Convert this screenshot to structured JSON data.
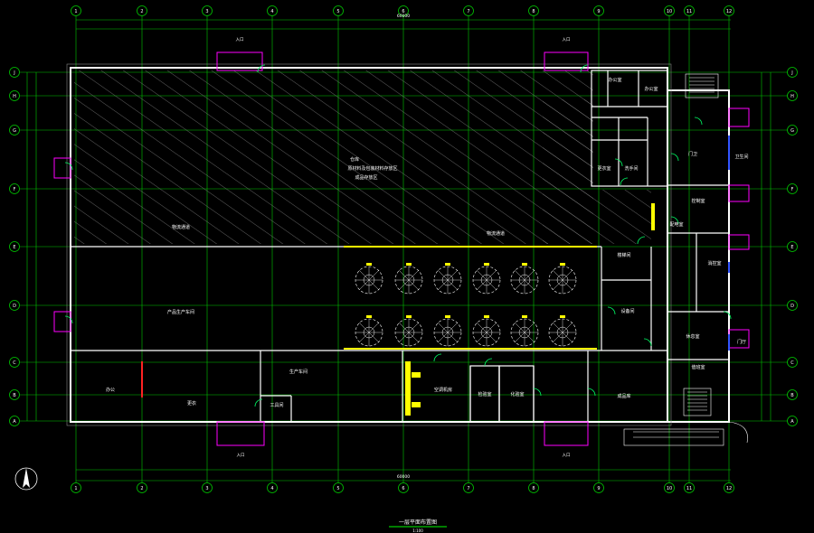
{
  "drawing": {
    "title": "一层平面布置图",
    "scale": "1:100",
    "colors": {
      "background": "#000000",
      "grid_line": "#00c800",
      "wall": "#ffffff",
      "wall_fill": "#aaaaaa",
      "door": "#00ff66",
      "magenta": "#ff00ff",
      "yellow": "#ffff00",
      "blue": "#3355ff",
      "red": "#ff2222",
      "hatch": "#9a9a9a"
    }
  },
  "axes": {
    "columns": [
      "1",
      "2",
      "3",
      "4",
      "5",
      "6",
      "7",
      "8",
      "9",
      "10",
      "11",
      "12"
    ],
    "rows": [
      "A",
      "B",
      "C",
      "D",
      "E",
      "F",
      "G",
      "H",
      "J"
    ]
  },
  "rooms": {
    "warehouse_label_1": "仓库",
    "warehouse_label_2": "原材料及包装材料存放区",
    "warehouse_label_3": "成品存放区",
    "corridor_left": "物流通道",
    "corridor_right": "物流通道",
    "production_area": "产品生产车间",
    "room_sw1": "办公",
    "room_sw2": "更衣",
    "room_mid_left": "生产车间",
    "room_small": "工具间",
    "room_mid": "空调机房",
    "room_lab1": "检验室",
    "room_lab2": "化验室",
    "room_se": "成品库",
    "room_east1": "楼梯间",
    "room_east2": "值班室",
    "room_east3": "配电室",
    "room_east4": "卫生间",
    "room_east5": "门厅",
    "room_ne1": "办公室",
    "room_ne2": "办公室",
    "room_ne3": "更衣室",
    "room_ne4": "洗手间",
    "room_right_small": "门卫",
    "room_right_mid": "控制室",
    "room_right_mid2": "消控室",
    "room_right_bottom": "休息室",
    "room_ctrl": "设备间"
  },
  "annotations": {
    "entrance_top_left": "入口",
    "entrance_top_right": "入口",
    "entrance_bottom_left": "入口",
    "entrance_bottom_right": "入口",
    "dim_center_top": "60000",
    "dim_center_bottom": "60000"
  }
}
